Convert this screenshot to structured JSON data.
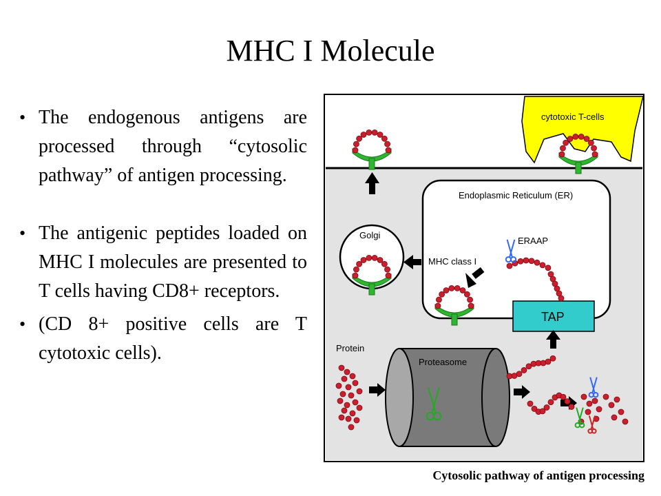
{
  "slide": {
    "title": "MHC I Molecule",
    "bullets": [
      "The endogenous antigens are processed through “cytosolic pathway” of antigen processing.",
      "The antigenic peptides loaded on MHC I molecules are presented to T cells having CD8+ receptors.",
      "(CD 8+ positive cells are T cytotoxic cells)."
    ]
  },
  "figure": {
    "labels": {
      "cytotoxic": "cytotoxic T-cells",
      "er": "Endoplasmic Reticulum (ER)",
      "golgi": "Golgi",
      "erap": "ERAAP",
      "mhc": "MHC class I",
      "tap": "TAP",
      "protein": "Protein",
      "proteasome": "Proteasome"
    },
    "caption": "Cytosolic pathway of antigen processing",
    "colors": {
      "peptide": "#cc1f2e",
      "mhc": "#2fb52f",
      "tap": "#33cccc",
      "tcell": "#ffff00",
      "cytosol": "#e3e3e3",
      "scissors_green": "#22aa22",
      "scissors_blue": "#3366ff"
    }
  }
}
